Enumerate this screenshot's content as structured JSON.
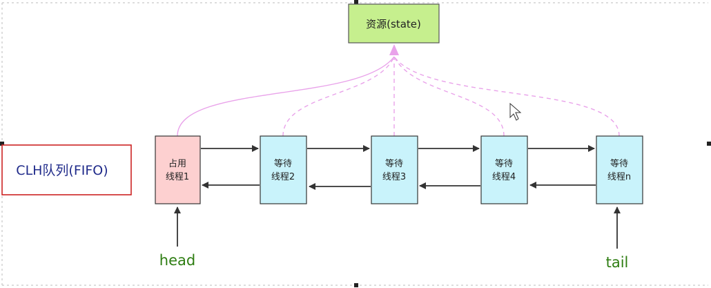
{
  "resource": {
    "label": "资源(state)"
  },
  "queue_label": "CLH队列(FIFO)",
  "nodes": [
    {
      "line1": "占用",
      "line2": "线程1"
    },
    {
      "line1": "等待",
      "line2": "线程2"
    },
    {
      "line1": "等待",
      "line2": "线程3"
    },
    {
      "line1": "等待",
      "line2": "线程4"
    },
    {
      "line1": "等待",
      "line2": "线程n"
    }
  ],
  "pointers": {
    "head": "head",
    "tail": "tail"
  },
  "colors": {
    "resource_fill": "#c6ef8e",
    "occupied_fill": "#fdd0d0",
    "waiting_fill": "#c9f3fb",
    "curve": "#e9a2ea",
    "arrow": "#333333",
    "queue_border": "#cc2222",
    "queue_text": "#1f2a8a",
    "pointer_text": "#2e7d12"
  }
}
